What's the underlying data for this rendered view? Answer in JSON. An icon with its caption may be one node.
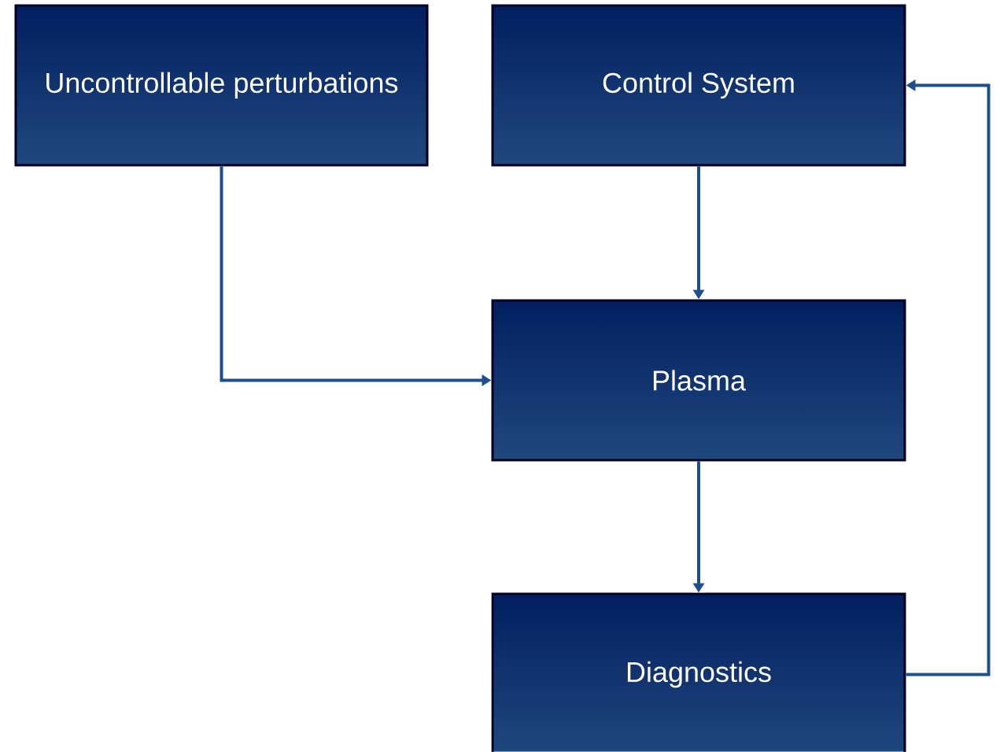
{
  "diagram": {
    "nodes": [
      {
        "text": [
          "Uncontrollable perturbations"
        ]
      },
      {
        "text": [
          "Control System"
        ]
      },
      {
        "text": [
          "Plasma"
        ]
      },
      {
        "text": [
          "Diagnostics"
        ]
      }
    ],
    "edges": [
      {
        "from": 0,
        "to": 2,
        "arrow": "to"
      },
      {
        "from": 1,
        "to": 2,
        "arrow": "to"
      },
      {
        "from": 2,
        "to": 3,
        "arrow": "to"
      },
      {
        "from": 3,
        "to": 1,
        "arrow": "to"
      }
    ]
  }
}
